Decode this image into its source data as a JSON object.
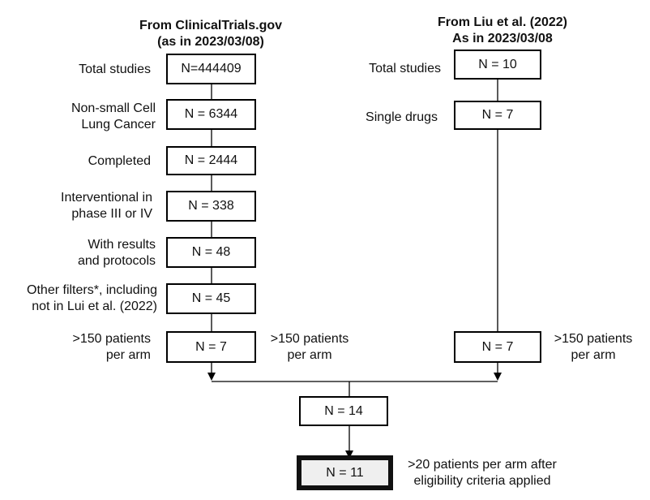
{
  "left": {
    "header": [
      "From ClinicalTrials.gov",
      "(as in  2023/03/08)"
    ],
    "steps": [
      {
        "label": [
          "Total studies"
        ],
        "count": "N=444409"
      },
      {
        "label": [
          "Non-small Cell",
          "Lung Cancer"
        ],
        "count": "N = 6344"
      },
      {
        "label": [
          "Completed"
        ],
        "count": "N = 2444"
      },
      {
        "label": [
          "Interventional in",
          "phase III or IV"
        ],
        "count": "N = 338"
      },
      {
        "label": [
          "With results",
          "and protocols"
        ],
        "count": "N = 48"
      },
      {
        "label": [
          "Other filters*, including",
          "not in Lui et al. (2022)"
        ],
        "count": "N = 45"
      },
      {
        "label": [
          ">150 patients",
          "per arm"
        ],
        "count": "N = 7"
      }
    ],
    "side_note": [
      ">150 patients",
      "per arm"
    ]
  },
  "right": {
    "header": [
      "From Liu et al. (2022)",
      "As in 2023/03/08"
    ],
    "steps": [
      {
        "label": [
          "Total studies"
        ],
        "count": "N = 10"
      },
      {
        "label": [
          "Single drugs"
        ],
        "count": "N = 7"
      }
    ],
    "final_box": {
      "count": "N = 7"
    },
    "side_note": [
      ">150 patients",
      "per arm"
    ]
  },
  "merged": {
    "count": "N = 14"
  },
  "final": {
    "count": "N = 11",
    "note": [
      ">20 patients per arm after",
      "eligibility criteria applied"
    ]
  }
}
